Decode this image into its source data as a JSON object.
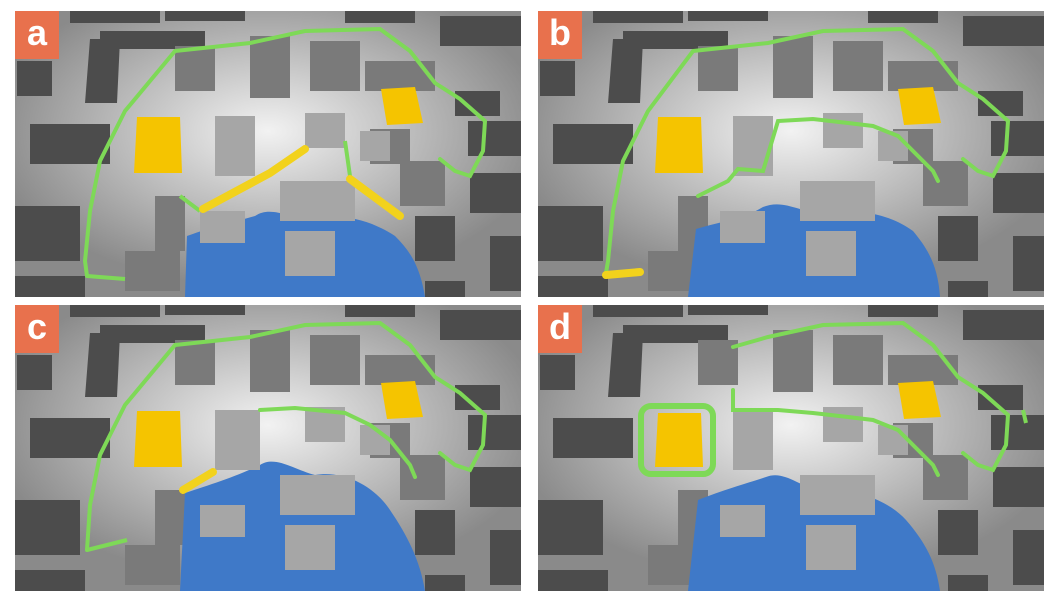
{
  "colors": {
    "label_bg": "#e8714d",
    "road": "#8f8f8f",
    "road_light": "#e9e9e9",
    "block_dark": "#4c4c4c",
    "block_mid": "#6e6e6e",
    "block_light": "#a9a9a9",
    "water": "#3f79c8",
    "goal": "#f5c400",
    "green_path": "#7ed957",
    "yellow_path": "#f2d21c"
  },
  "panels": [
    {
      "id": "a",
      "label": "a"
    },
    {
      "id": "b",
      "label": "b"
    },
    {
      "id": "c",
      "label": "c"
    },
    {
      "id": "d",
      "label": "d"
    }
  ]
}
